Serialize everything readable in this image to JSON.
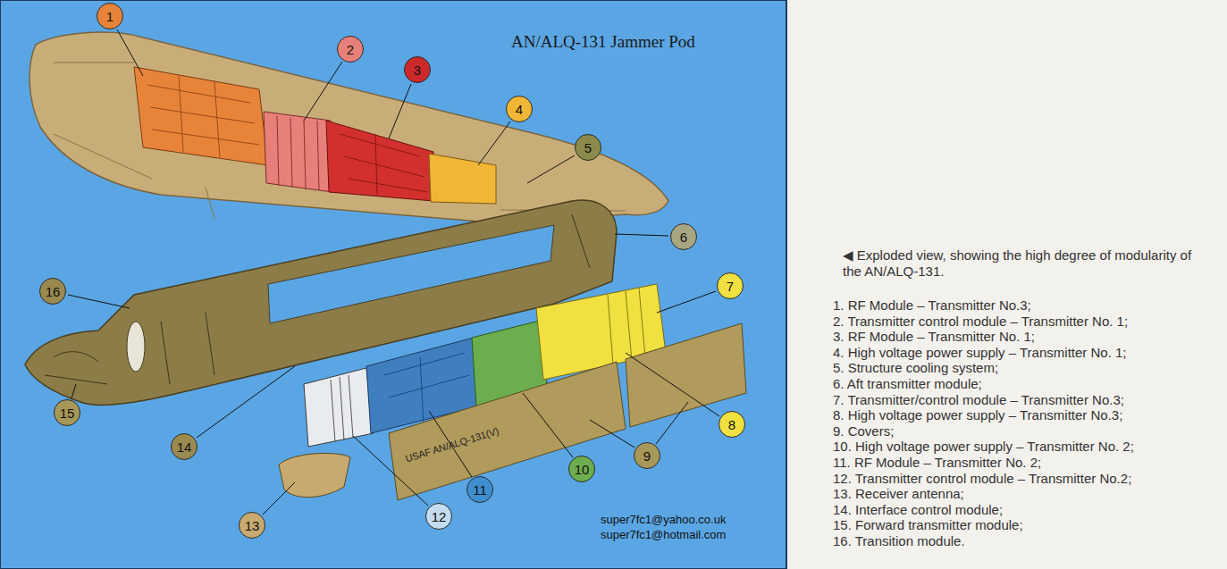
{
  "diagram": {
    "title": "AN/ALQ-131 Jammer Pod",
    "caption": "◀ Exploded view, showing the high degree of modularity of the AN/ALQ-131.",
    "nodes": [
      {
        "text": [
          "1"
        ]
      },
      {
        "text": [
          "2"
        ]
      },
      {
        "text": [
          "3"
        ]
      },
      {
        "text": [
          "4"
        ]
      },
      {
        "text": [
          "5"
        ]
      },
      {
        "text": [
          "6"
        ]
      },
      {
        "text": [
          "7"
        ]
      },
      {
        "text": [
          "8"
        ]
      },
      {
        "text": [
          "9"
        ]
      },
      {
        "text": [
          "10"
        ]
      },
      {
        "text": [
          "11"
        ]
      },
      {
        "text": [
          "12"
        ]
      },
      {
        "text": [
          "13"
        ]
      },
      {
        "text": [
          "14"
        ]
      },
      {
        "text": [
          "15"
        ]
      },
      {
        "text": [
          "16"
        ]
      }
    ],
    "labels": [
      "1. RF Module – Transmitter No.3;",
      "2. Transmitter control module – Transmitter No. 1;",
      "3. RF Module – Transmitter No. 1;",
      "4. High voltage power supply – Transmitter No. 1;",
      "5. Structure cooling system;",
      "6. Aft transmitter module;",
      "7. Transmitter/control module – Transmitter No.3;",
      "8. High voltage power supply – Transmitter No.3;",
      "9. Covers;",
      "10. High voltage power supply – Transmitter No. 2;",
      "11. RF Module – Transmitter No. 2;",
      "12. Transmitter control module – Transmitter No.2;",
      "13. Receiver antenna;",
      "14. Interface control module;",
      "15. Forward transmitter module;",
      "16. Transition module.",
      "USAF AN/ALQ-131(V)",
      "super7fc1@yahoo.co.uk",
      "super7fc1@hotmail.com"
    ]
  }
}
